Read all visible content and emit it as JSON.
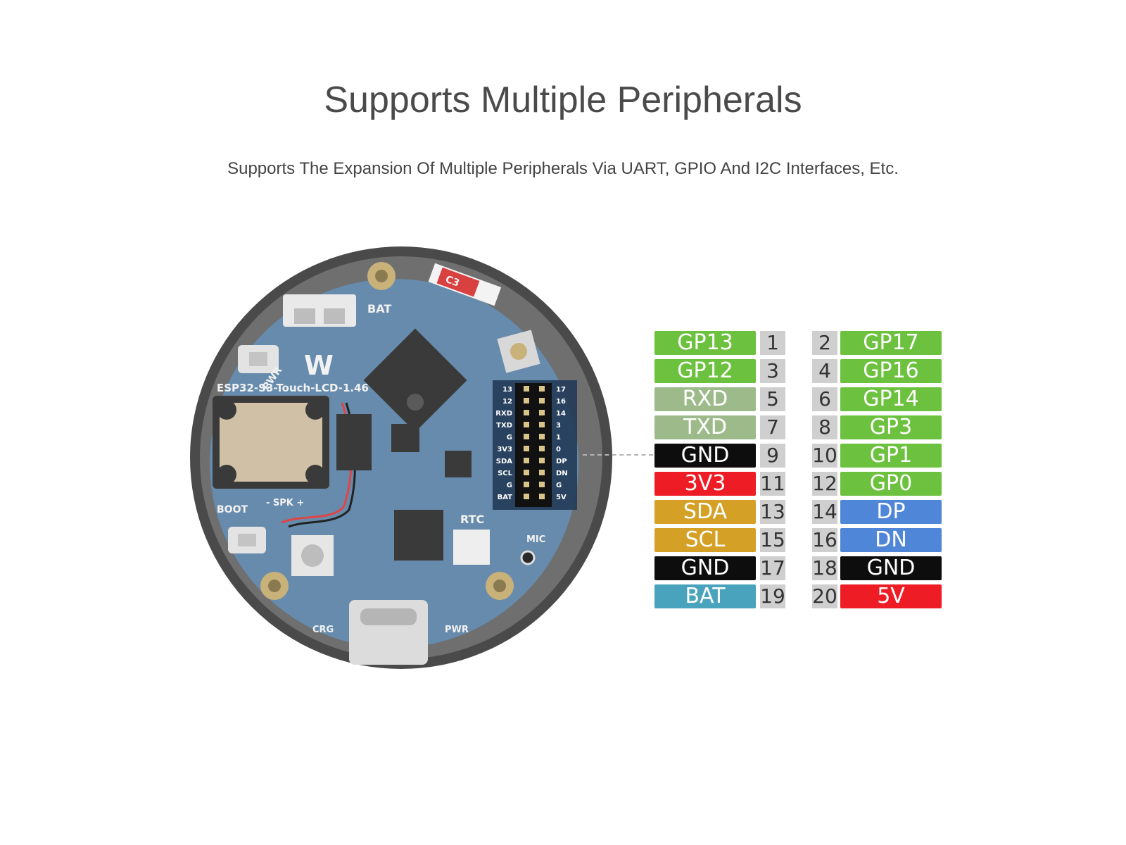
{
  "header": {
    "title": "Supports Multiple Peripherals",
    "subtitle": "Supports The Expansion Of Multiple Peripherals Via UART, GPIO And I2C Interfaces, Etc."
  },
  "board": {
    "name_label": "ESP32-S3-Touch-LCD-1.46",
    "labels": {
      "bat": "BAT",
      "pwr": "PWR",
      "boot": "BOOT",
      "spk": "- SPK +",
      "rtc": "RTC",
      "mic": "MIC",
      "crg": "CRG",
      "pwr_bottom": "PWR",
      "antenna_cap": "C3"
    },
    "header_left_labels": [
      "13",
      "12",
      "RXD",
      "TXD",
      "G",
      "3V3",
      "SDA",
      "SCL",
      "G",
      "BAT"
    ],
    "header_right_labels": [
      "17",
      "16",
      "14",
      "3",
      "1",
      "0",
      "DP",
      "DN",
      "G",
      "5V"
    ],
    "colors": {
      "pcb": "#3d6b95",
      "bezel": "#4a4a4a",
      "ring": "#8a8a8a"
    }
  },
  "pinout": {
    "left": [
      {
        "name": "GP13",
        "number": "1",
        "color": "#6cc23e"
      },
      {
        "name": "GP12",
        "number": "3",
        "color": "#6cc23e"
      },
      {
        "name": "RXD",
        "number": "5",
        "color": "#9dbb8a"
      },
      {
        "name": "TXD",
        "number": "7",
        "color": "#9dbb8a"
      },
      {
        "name": "GND",
        "number": "9",
        "color": "#0d0d0d"
      },
      {
        "name": "3V3",
        "number": "11",
        "color": "#ee1c24"
      },
      {
        "name": "SDA",
        "number": "13",
        "color": "#d4a026"
      },
      {
        "name": "SCL",
        "number": "15",
        "color": "#d4a026"
      },
      {
        "name": "GND",
        "number": "17",
        "color": "#0d0d0d"
      },
      {
        "name": "BAT",
        "number": "19",
        "color": "#4aa3bd"
      }
    ],
    "right": [
      {
        "name": "GP17",
        "number": "2",
        "color": "#6cc23e"
      },
      {
        "name": "GP16",
        "number": "4",
        "color": "#6cc23e"
      },
      {
        "name": "GP14",
        "number": "6",
        "color": "#6cc23e"
      },
      {
        "name": "GP3",
        "number": "8",
        "color": "#6cc23e"
      },
      {
        "name": "GP1",
        "number": "10",
        "color": "#6cc23e"
      },
      {
        "name": "GP0",
        "number": "12",
        "color": "#6cc23e"
      },
      {
        "name": "DP",
        "number": "14",
        "color": "#4f86d8"
      },
      {
        "name": "DN",
        "number": "16",
        "color": "#4f86d8"
      },
      {
        "name": "GND",
        "number": "18",
        "color": "#0d0d0d"
      },
      {
        "name": "5V",
        "number": "20",
        "color": "#ee1c24"
      }
    ]
  }
}
